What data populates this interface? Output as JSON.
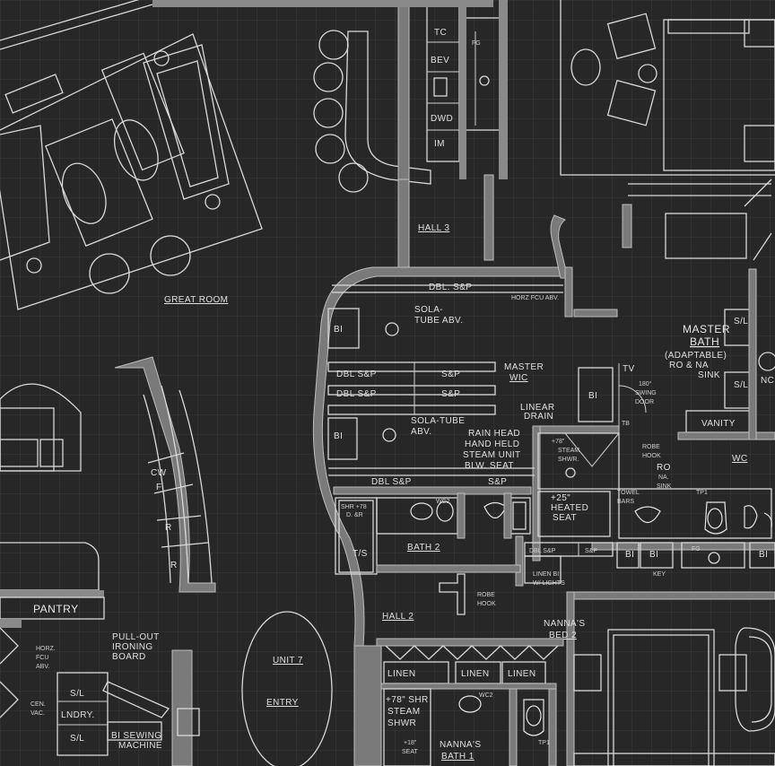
{
  "labels": {
    "great_room": "GREAT ROOM",
    "hall_3": "HALL 3",
    "hall_2": "HALL 2",
    "dbl_sp_top": "DBL. S&P",
    "horz_fcu_abv": "HORZ FCU ABV.",
    "sola_tube_1a": "SOLA-",
    "sola_tube_1b": "TUBE ABV.",
    "dbl_sp_1": "DBL S&P",
    "sp_1": "S&P",
    "dbl_sp_2": "DBL S&P",
    "sp_2": "S&P",
    "bi_1": "BI",
    "bi_2": "BI",
    "bi_3": "BI",
    "bi_4": "BI",
    "bi_5": "BI",
    "bi_6": "BI",
    "master_wic_a": "MASTER",
    "master_wic_b": "WIC",
    "sola_tube_2a": "SOLA-TUBE",
    "sola_tube_2b": "ABV.",
    "rain_head": "RAIN HEAD",
    "hand_held": "HAND HELD",
    "steam_unit": "STEAM UNIT",
    "blw_seat": "BLW. SEAT",
    "dbl_sp_bottom": "DBL S&P",
    "sp_bottom": "S&P",
    "linear_drain_a": "LINEAR",
    "linear_drain_b": "DRAIN",
    "tv": "TV",
    "swing_door_a": "180°",
    "swing_door_b": "SWING",
    "swing_door_c": "DOOR",
    "tb": "TB",
    "steam_shwr_a": "+78\"",
    "steam_shwr_b": "STEAM",
    "steam_shwr_c": "SHWR.",
    "robe_hook_1a": "ROBE",
    "robe_hook_1b": "HOOK",
    "ro_na_sink_a": "RO",
    "ro_na_sink_b": "NA.",
    "ro_na_sink_c": "SINK",
    "heated_seat_a": "+25\"",
    "heated_seat_b": "HEATED",
    "heated_seat_c": "SEAT",
    "towel_bars_a": "TOWEL",
    "towel_bars_b": "BARS",
    "master_bath_a": "MASTER",
    "master_bath_b": "BATH",
    "master_bath_c": "(ADAPTABLE)",
    "master_bath_d": "RO & NA",
    "master_bath_e": "SINK",
    "sl_1": "S/L",
    "sl_2": "S/L",
    "vanity": "VANITY",
    "wc_1": "WC",
    "nc": "NC",
    "tc": "TC",
    "bev": "BEV",
    "dwd": "DWD",
    "im": "IM",
    "fg_1": "FG",
    "fg_2": "FG",
    "bath_2": "BATH 2",
    "shr_78_a": "SHR +78",
    "shr_78_b": "D. &R",
    "ts": "T/S",
    "wc2_1": "WC2",
    "robe_hook_2a": "ROBE",
    "robe_hook_2b": "HOOK",
    "dbl_sp_3": "DBL S&P",
    "sp_3": "S&P",
    "linen_bi_a": "LINEN BI",
    "linen_bi_b": "W/ LIGHTS",
    "key": "KEY",
    "tp_1": "TP1",
    "nannas_bed_a": "NANNA'S",
    "nannas_bed_b": "BED 2",
    "linen_1": "LINEN",
    "linen_2": "LINEN",
    "linen_3": "LINEN",
    "steam_shwr2_a": "+78\" SHR",
    "steam_shwr2_b": "STEAM",
    "steam_shwr2_c": "SHWR",
    "seat_a": "+18\"",
    "seat_b": "SEAT",
    "nannas_bath_a": "NANNA'S",
    "nannas_bath_b": "BATH 1",
    "wc2_2": "WC2",
    "tp_2": "TP1",
    "unit_7": "UNIT 7",
    "entry": "ENTRY",
    "pantry": "PANTRY",
    "horz_fcu_2a": "HORZ.",
    "horz_fcu_2b": "FCU",
    "horz_fcu_2c": "ABV.",
    "pullout_a": "PULL-OUT",
    "pullout_b": "IRONING",
    "pullout_c": "BOARD",
    "cen_vac_a": "CEN.",
    "cen_vac_b": "VAC.",
    "sl_3": "S/L",
    "lndry": "LNDRY.",
    "sl_4": "S/L",
    "sewing_a": "BI SEWING",
    "sewing_b": "MACHINE",
    "cw": "CW",
    "f": "F",
    "r_1": "R",
    "r_2": "R"
  },
  "colors": {
    "background": "#272727",
    "linework": "#d9d9d9",
    "walls": "#7a7a7a"
  }
}
